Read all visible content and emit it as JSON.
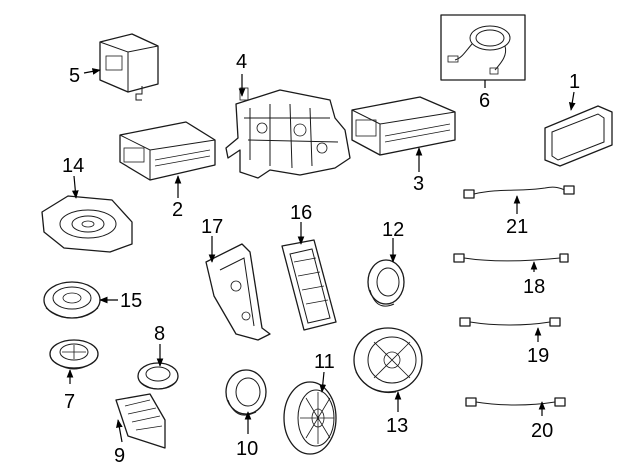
{
  "parts": [
    {
      "number": "1"
    },
    {
      "number": "2"
    },
    {
      "number": "3"
    },
    {
      "number": "4"
    },
    {
      "number": "5"
    },
    {
      "number": "6"
    },
    {
      "number": "7"
    },
    {
      "number": "8"
    },
    {
      "number": "9"
    },
    {
      "number": "10"
    },
    {
      "number": "11"
    },
    {
      "number": "12"
    },
    {
      "number": "13"
    },
    {
      "number": "14"
    },
    {
      "number": "15"
    },
    {
      "number": "16"
    },
    {
      "number": "17"
    },
    {
      "number": "18"
    },
    {
      "number": "19"
    },
    {
      "number": "20"
    },
    {
      "number": "21"
    }
  ],
  "colors": {
    "line": "#1a1a1a",
    "background": "#ffffff"
  }
}
